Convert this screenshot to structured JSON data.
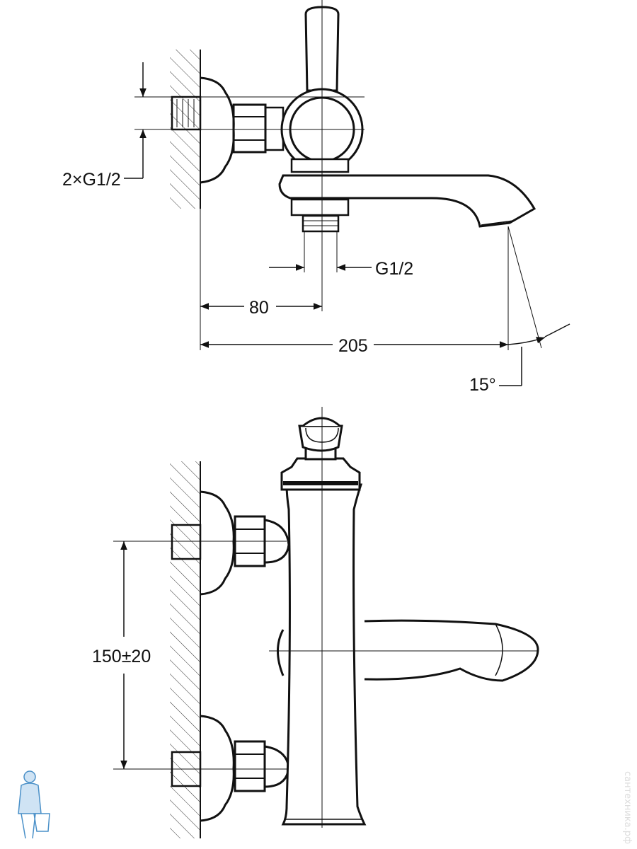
{
  "top_view": {
    "label_inlets": "2×G1/2",
    "label_outlet": "G1/2",
    "dim_axis": "80",
    "dim_spout": "205",
    "dim_angle": "15°"
  },
  "front_view": {
    "dim_inlet_spacing": "150±20"
  },
  "watermark": "сантехника.рф",
  "colors": {
    "line": "#111111",
    "logo": "#4a90c8"
  }
}
